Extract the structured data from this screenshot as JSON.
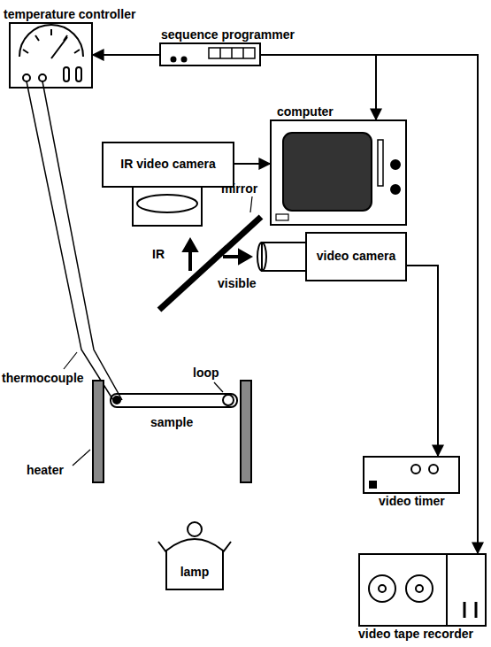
{
  "diagram": {
    "nodes": [
      {
        "text": [
          "temperature controller"
        ]
      },
      {
        "text": [
          "sequence programmer"
        ]
      },
      {
        "text": [
          "IR video camera"
        ]
      },
      {
        "text": [
          "computer"
        ]
      },
      {
        "text": [
          "video camera"
        ]
      },
      {
        "text": [
          "video timer"
        ]
      },
      {
        "text": [
          "lamp"
        ]
      },
      {
        "text": [
          "video tape recorder"
        ]
      }
    ],
    "edges": [
      {
        "from": 1,
        "to": 0,
        "arrow": "to"
      },
      {
        "from": 1,
        "to": 3,
        "arrow": "to"
      },
      {
        "from": 1,
        "to": 7,
        "arrow": "to"
      },
      {
        "from": 2,
        "to": 3,
        "arrow": "to"
      },
      {
        "from": 4,
        "to": 5,
        "arrow": "to"
      }
    ],
    "labels": [
      "mirror",
      "IR",
      "visible",
      "loop",
      "thermocouple",
      "sample",
      "heater"
    ]
  }
}
